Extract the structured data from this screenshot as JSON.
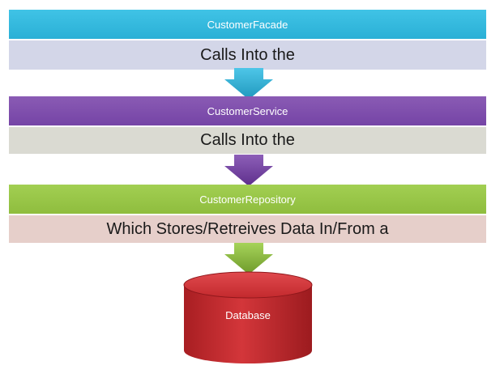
{
  "layers": [
    {
      "title": "CustomerFacade",
      "subtitle": "Calls Into the",
      "color": "#2ab0d6"
    },
    {
      "title": "CustomerService",
      "subtitle": "Calls Into the",
      "color": "#7544a6"
    },
    {
      "title": "CustomerRepository",
      "subtitle": "Which Stores/Retreives Data In/From a",
      "color": "#8fbd3e"
    }
  ],
  "database": {
    "label": "Database",
    "color": "#c4262b"
  }
}
